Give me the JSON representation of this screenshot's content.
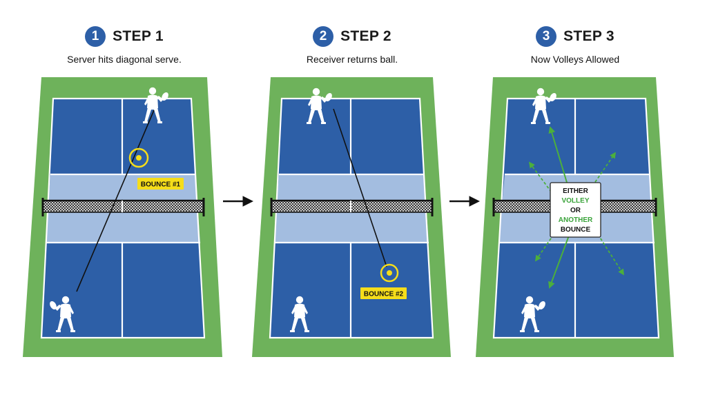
{
  "steps": [
    {
      "number": "1",
      "title": "STEP 1",
      "caption": "Server hits diagonal serve."
    },
    {
      "number": "2",
      "title": "STEP 2",
      "caption": "Receiver returns ball."
    },
    {
      "number": "3",
      "title": "STEP 3",
      "caption": "Now Volleys Allowed"
    }
  ],
  "labels": {
    "bounce1": "BOUNCE #1",
    "bounce2": "BOUNCE #2",
    "either": "EITHER",
    "volley": "VOLLEY",
    "or": "OR",
    "another": "ANOTHER",
    "bounce": "BOUNCE"
  },
  "colors": {
    "court_surround": "#6eb25b",
    "court_blue": "#2d5fa7",
    "kitchen_blue": "#a3bde0",
    "line_white": "#ffffff",
    "label_yellow": "#f5dd1a",
    "accent_green": "#3aa33a",
    "step_badge": "#2d5fa7"
  },
  "icons": [
    "step-arrow-icon",
    "player-silhouette-icon",
    "ball-icon",
    "net-icon"
  ]
}
